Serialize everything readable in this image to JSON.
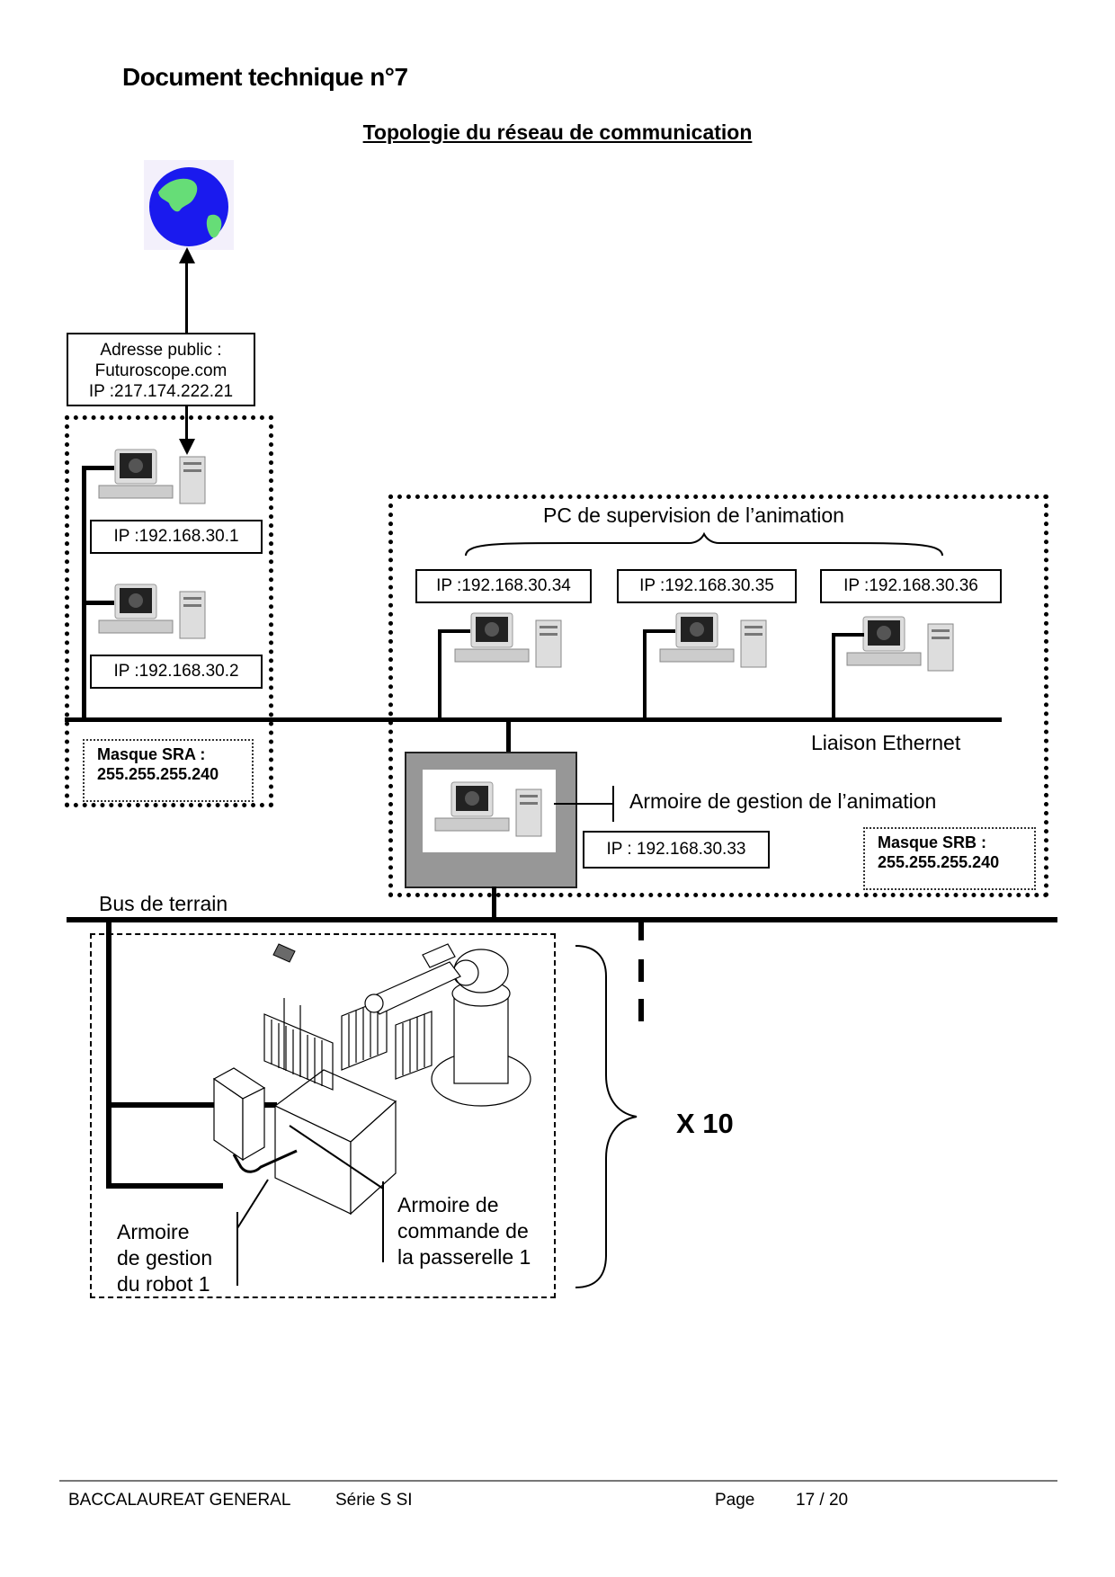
{
  "document": {
    "title": "Document technique n°7",
    "subtitle": "Topologie du réseau de communication"
  },
  "internet": {
    "icon": "globe-icon",
    "public_address_lines": [
      "Adresse public :",
      "Futuroscope.com",
      "IP :217.174.222.21"
    ]
  },
  "subnet_a": {
    "computers": [
      {
        "icon": "desktop-computer-icon",
        "ip": "IP :192.168.30.1"
      },
      {
        "icon": "desktop-computer-icon",
        "ip": "IP :192.168.30.2"
      }
    ],
    "mask_title": "Masque SRA :",
    "mask_value": "255.255.255.240"
  },
  "subnet_b": {
    "group_label": "PC de supervision de l’animation",
    "computers": [
      {
        "icon": "desktop-computer-icon",
        "ip": "IP :192.168.30.34"
      },
      {
        "icon": "desktop-computer-icon",
        "ip": "IP :192.168.30.35"
      },
      {
        "icon": "desktop-computer-icon",
        "ip": "IP :192.168.30.36"
      }
    ],
    "ethernet_label": "Liaison Ethernet",
    "cabinet_label": "Armoire de gestion de l’animation",
    "cabinet_ip": "IP : 192.168.30.33",
    "mask_title": "Masque SRB :",
    "mask_value": "255.255.255.240"
  },
  "fieldbus": {
    "label": "Bus de terrain",
    "robot_cabinet_lines": [
      "Armoire",
      "de gestion",
      "du robot 1"
    ],
    "bridge_cabinet_lines": [
      "Armoire de",
      "commande de",
      "la passerelle 1"
    ],
    "multiplier": "X 10"
  },
  "footer": {
    "exam": "BACCALAUREAT GENERAL",
    "series": "Série S SI",
    "page_label": "Page",
    "page_number": "17 / 20"
  }
}
